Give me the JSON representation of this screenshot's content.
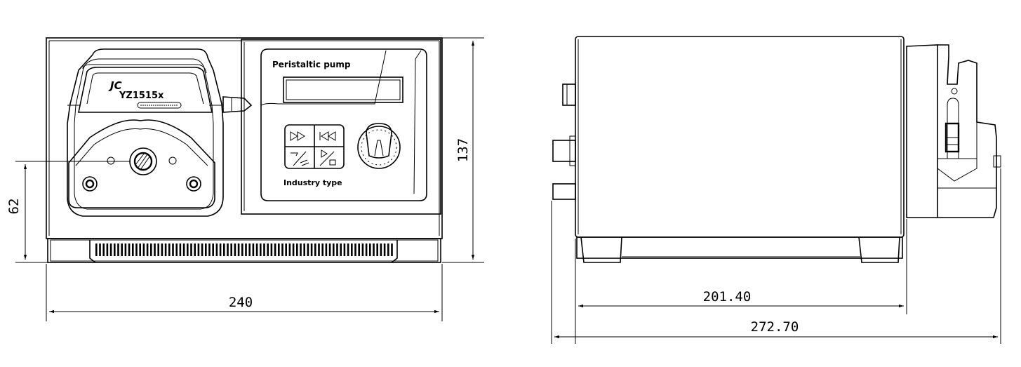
{
  "front_view": {
    "brand_mark": "JC",
    "model": "YZ1515x",
    "panel_title": "Peristaltic pump",
    "panel_subtitle": "Industry type",
    "dimensions": {
      "height": "137",
      "shaft_height": "62",
      "width": "240"
    }
  },
  "side_view": {
    "dimensions": {
      "body_length": "201.40",
      "total_length": "272.70"
    }
  },
  "colors": {
    "line": "#000000",
    "background": "#ffffff"
  },
  "icons": [
    "fast-forward-icon",
    "skip-back-icon",
    "direction-icon",
    "start-stop-icon"
  ]
}
